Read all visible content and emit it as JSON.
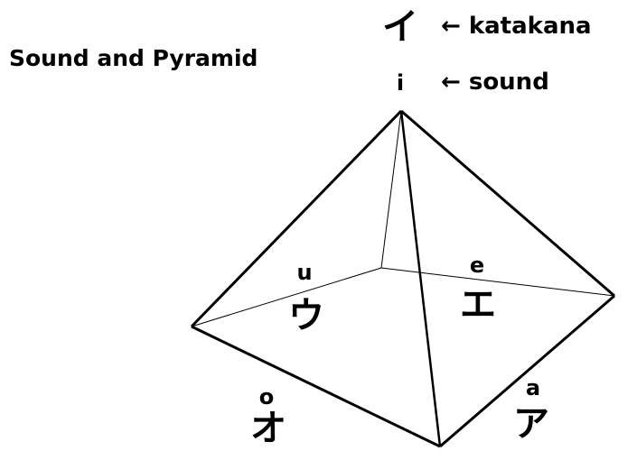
{
  "title": "Sound and Pyramid",
  "legend": {
    "katakana_label": "← katakana",
    "sound_label": "← sound"
  },
  "vertices": [
    {
      "id": "top",
      "katakana": "イ",
      "sound": "i"
    },
    {
      "id": "left",
      "katakana": "ウ",
      "sound": "u"
    },
    {
      "id": "back-right",
      "katakana": "エ",
      "sound": "e"
    },
    {
      "id": "front-bottom",
      "katakana": "オ",
      "sound": "o"
    },
    {
      "id": "right",
      "katakana": "ア",
      "sound": "a"
    }
  ]
}
